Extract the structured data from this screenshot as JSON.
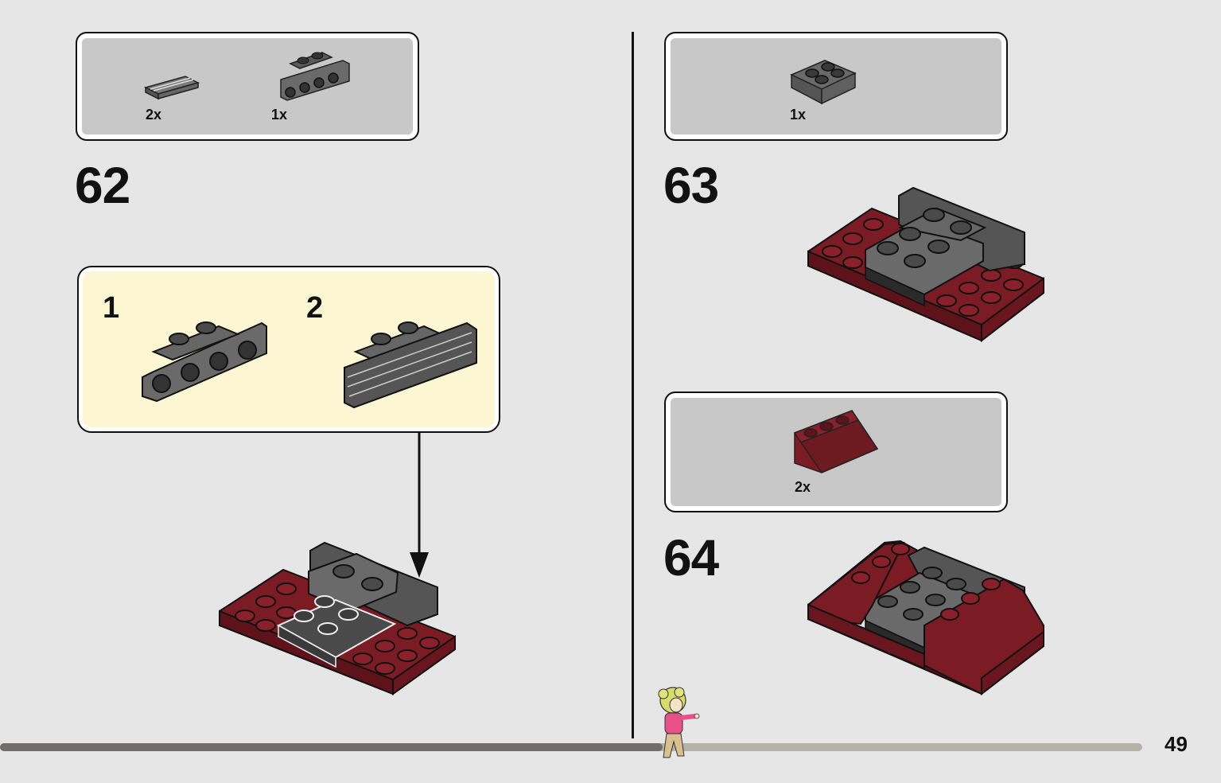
{
  "left": {
    "parts_box": {
      "items": [
        {
          "name": "tile-1x4-grille",
          "qty": "2x"
        },
        {
          "name": "bracket-1x2-1x4",
          "qty": "1x"
        }
      ]
    },
    "step_number": "62",
    "substeps": [
      {
        "number": "1"
      },
      {
        "number": "2"
      }
    ]
  },
  "right": {
    "step63": {
      "parts_box": {
        "items": [
          {
            "name": "plate-2x2",
            "qty": "1x"
          }
        ]
      },
      "step_number": "63"
    },
    "step64": {
      "parts_box": {
        "items": [
          {
            "name": "slope-2x3",
            "qty": "2x"
          }
        ]
      },
      "step_number": "64"
    }
  },
  "progress": {
    "fraction": 0.58
  },
  "page_number": "49",
  "colors": {
    "dark_red": "#7b1c24",
    "dark_grey": "#5f5f5f",
    "black": "#2a2a2a",
    "substep_bg": "#fdf6d2",
    "parts_bg": "#c8c8c8"
  }
}
